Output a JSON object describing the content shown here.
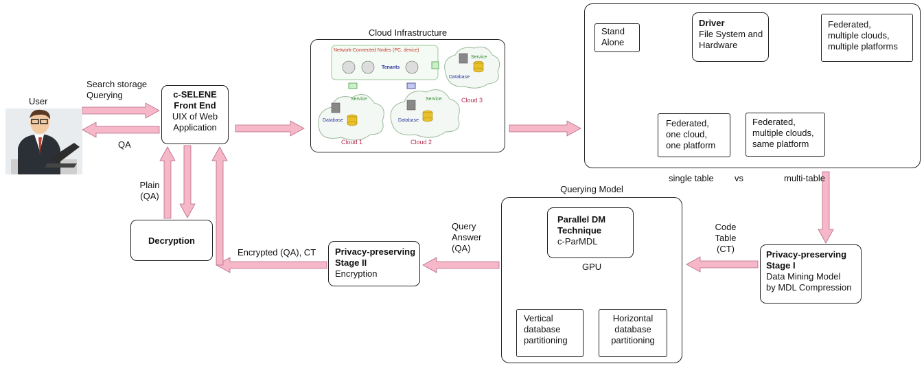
{
  "user": {
    "label": "User"
  },
  "frontend_edge": {
    "search_line1": "Search storage",
    "search_line2": "Querying",
    "qa": "QA",
    "plain_line1": "Plain",
    "plain_line2": "(QA)"
  },
  "frontend": {
    "line1": "c-SELENE",
    "line2": "Front End",
    "line3": "UIX of Web",
    "line4": "Application"
  },
  "decryption": {
    "label": "Decryption"
  },
  "cloud_infra": {
    "title": "Cloud Infrastructure",
    "nodes_label": "Network-Connected Nodes (PC, device)",
    "tenants": "Tenants",
    "service": "Service",
    "database": "Database",
    "cloud1": "Cloud 1",
    "cloud2": "Cloud 2",
    "cloud3": "Cloud 3"
  },
  "deployment": {
    "standalone_line1": "Stand",
    "standalone_line2": "Alone",
    "driver_title": "Driver",
    "driver_line2": "File System and",
    "driver_line3": "Hardware",
    "fed_multi_line1": "Federated,",
    "fed_multi_line2": "multiple clouds,",
    "fed_multi_line3": "multiple platforms",
    "fed_one_line1": "Federated,",
    "fed_one_line2": "one cloud,",
    "fed_one_line3": "one platform",
    "fed_same_line1": "Federated,",
    "fed_same_line2": "multiple clouds,",
    "fed_same_line3": "same platform",
    "single_table": "single table",
    "vs": "vs",
    "multi_table": "multi-table"
  },
  "stage1": {
    "line1": "Privacy-preserving",
    "line2": "Stage I",
    "line3": "Data Mining Model",
    "line4": "by MDL Compression",
    "code_line1": "Code",
    "code_line2": "Table",
    "code_line3": "(CT)"
  },
  "querying_model": {
    "title": "Querying Model",
    "parallel_line1": "Parallel DM",
    "parallel_line2": "Technique",
    "parallel_line3": "c-ParMDL",
    "gpu": "GPU",
    "vertical_line1": "Vertical",
    "vertical_line2": "database",
    "vertical_line3": "partitioning",
    "horizontal_line1": "Horizontal",
    "horizontal_line2": "database",
    "horizontal_line3": "partitioning"
  },
  "stage2": {
    "line1": "Privacy-preserving",
    "line2": "Stage II",
    "line3": "Encryption",
    "query_line1": "Query",
    "query_line2": "Answer",
    "query_line3": "(QA)",
    "encrypted": "Encrypted (QA), CT"
  },
  "colors": {
    "arrow_fill": "#f6b7c9",
    "arrow_stroke": "#b56a84",
    "line": "#222222"
  }
}
